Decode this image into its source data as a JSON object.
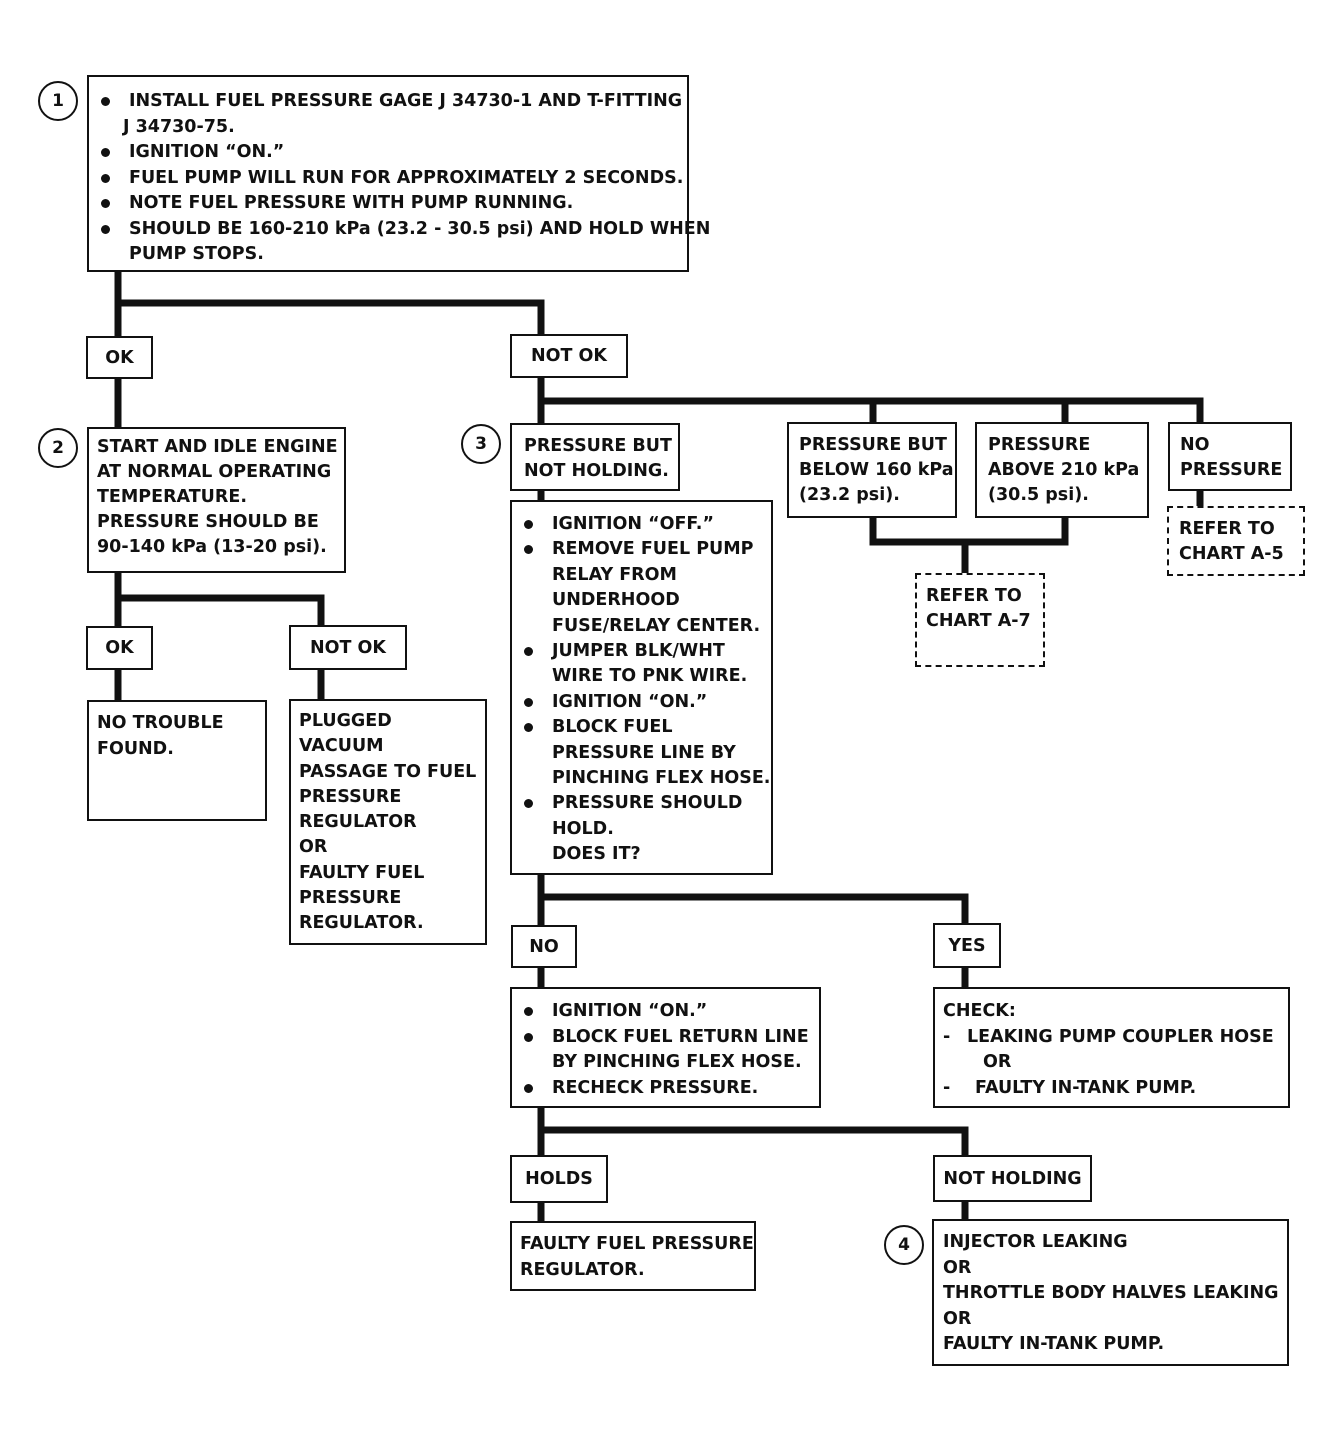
{
  "steps": [
    "1",
    "2",
    "3",
    "4"
  ],
  "box1": {
    "items": [
      [
        "INSTALL FUEL PRESSURE GAGE  J 34730-1 AND T-FITTING",
        "J 34730-75."
      ],
      [
        "IGNITION “ON.”"
      ],
      [
        "FUEL PUMP WILL RUN FOR APPROXIMATELY 2 SECONDS."
      ],
      [
        "NOTE FUEL PRESSURE WITH PUMP RUNNING."
      ],
      [
        "SHOULD BE 160-210 kPa (23.2 - 30.5 psi) AND HOLD WHEN",
        "PUMP STOPS."
      ]
    ]
  },
  "labels": {
    "ok1": "OK",
    "notok1": "NOT OK",
    "ok2": "OK",
    "notok2": "NOT OK",
    "no": "NO",
    "yes": "YES",
    "holds": "HOLDS",
    "not_holding": "NOT HOLDING"
  },
  "box2": {
    "lines": [
      "START AND IDLE ENGINE",
      "AT NORMAL OPERATING",
      "TEMPERATURE.",
      "PRESSURE SHOULD BE",
      "90-140 kPa (13-20 psi)."
    ]
  },
  "no_trouble": {
    "lines": [
      "NO TROUBLE",
      "FOUND."
    ]
  },
  "plugged": {
    "lines": [
      "PLUGGED",
      "VACUUM",
      "PASSAGE TO FUEL",
      "PRESSURE",
      "REGULATOR",
      "OR",
      "FAULTY FUEL",
      "PRESSURE",
      "REGULATOR."
    ]
  },
  "box3_head": {
    "lines": [
      "PRESSURE BUT",
      "NOT HOLDING."
    ]
  },
  "box3": {
    "items": [
      [
        "IGNITION “OFF.”"
      ],
      [
        "REMOVE FUEL PUMP",
        "RELAY FROM",
        "UNDERHOOD",
        "FUSE/RELAY CENTER."
      ],
      [
        "JUMPER BLK/WHT",
        "WIRE TO PNK WIRE."
      ],
      [
        "IGNITION “ON.”"
      ],
      [
        "BLOCK FUEL",
        "PRESSURE LINE BY",
        "PINCHING FLEX HOSE."
      ],
      [
        "PRESSURE SHOULD",
        "HOLD.",
        "DOES IT?"
      ]
    ]
  },
  "below160": {
    "lines": [
      "PRESSURE BUT",
      "BELOW 160 kPa",
      "(23.2 psi)."
    ]
  },
  "above210": {
    "lines": [
      "PRESSURE",
      "ABOVE 210 kPa",
      "(30.5 psi)."
    ]
  },
  "nopressure": {
    "lines": [
      "NO",
      "PRESSURE"
    ]
  },
  "ref_a5": {
    "lines": [
      "REFER TO",
      "CHART A-5"
    ]
  },
  "ref_a7": {
    "lines": [
      "REFER TO",
      "CHART A-7"
    ]
  },
  "no_box": {
    "items": [
      [
        "IGNITION “ON.”"
      ],
      [
        "BLOCK FUEL RETURN LINE",
        "BY PINCHING FLEX HOSE."
      ],
      [
        "RECHECK PRESSURE."
      ]
    ]
  },
  "check_box": {
    "title": "CHECK:",
    "line1": "LEAKING PUMP COUPLER HOSE",
    "line2": "OR",
    "line3": "FAULTY IN-TANK PUMP.",
    "dash": "-"
  },
  "faulty_reg": {
    "lines": [
      "FAULTY FUEL PRESSURE",
      "REGULATOR."
    ]
  },
  "box4": {
    "lines": [
      "INJECTOR LEAKING",
      "OR",
      "THROTTLE BODY HALVES LEAKING",
      "OR",
      "FAULTY IN-TANK PUMP."
    ]
  }
}
